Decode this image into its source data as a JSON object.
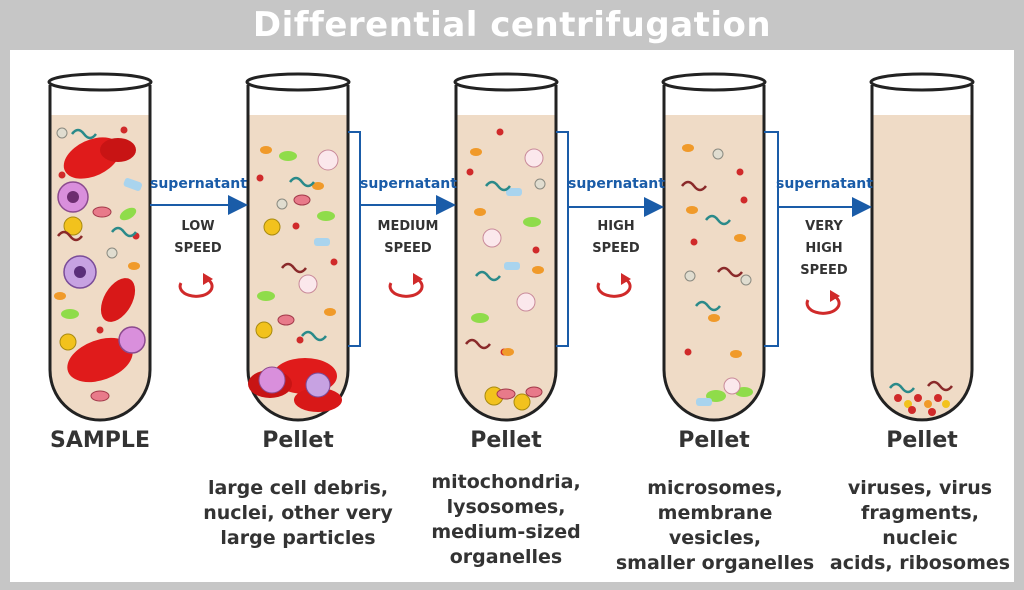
{
  "title": "Differential centrifugation",
  "colors": {
    "tube_fill": "#efdbc6",
    "tube_outline": "#222222",
    "arrow": "#1a5ca8",
    "rotation_icon": "#d02a2a",
    "caption_text": "#333333",
    "title_bar": "#c6c6c6"
  },
  "tubes": [
    {
      "heading": "SAMPLE",
      "description": []
    },
    {
      "heading": "Pellet",
      "description": [
        "large cell debris,",
        "nuclei, other very",
        "large particles"
      ]
    },
    {
      "heading": "Pellet",
      "description": [
        "mitochondria,",
        "lysosomes,",
        "medium-sized",
        "organelles"
      ]
    },
    {
      "heading": "Pellet",
      "description": [
        "microsomes,",
        "membrane vesicles,",
        "smaller organelles"
      ]
    },
    {
      "heading": "Pellet",
      "description": [
        "viruses, virus",
        "fragments, nucleic",
        "acids, ribosomes"
      ]
    }
  ],
  "steps": [
    {
      "transfer": "supernatant",
      "speed": [
        "LOW",
        "SPEED"
      ]
    },
    {
      "transfer": "supernatant",
      "speed": [
        "MEDIUM",
        "SPEED"
      ]
    },
    {
      "transfer": "supernatant",
      "speed": [
        "HIGH",
        "SPEED"
      ]
    },
    {
      "transfer": "supernatant",
      "speed": [
        "VERY",
        "HIGH",
        "SPEED"
      ]
    }
  ]
}
